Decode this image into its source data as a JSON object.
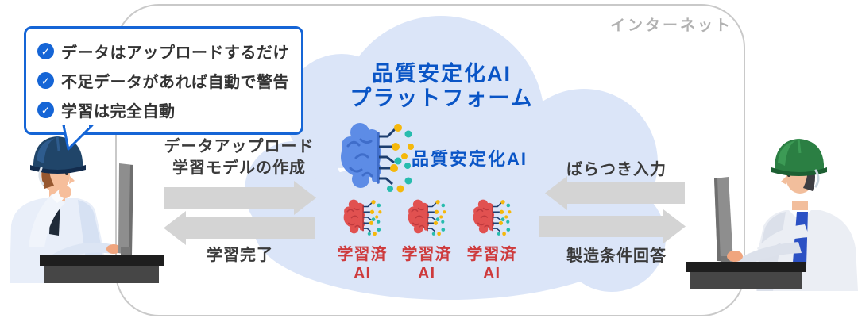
{
  "internet_label": "インターネット",
  "callout": {
    "items": [
      "データはアップロードするだけ",
      "不足データがあれば自動で警告",
      "学習は完全自動"
    ]
  },
  "platform": {
    "title_line1": "品質安定化AI",
    "title_line2": "プラットフォーム",
    "main_ai_label": "品質安定化AI",
    "trained_ai": [
      {
        "line1": "学習済",
        "line2": "AI"
      },
      {
        "line1": "学習済",
        "line2": "AI"
      },
      {
        "line1": "学習済",
        "line2": "AI"
      }
    ]
  },
  "flows": {
    "upload_line1": "データアップロード",
    "upload_line2": "学習モデルの作成",
    "learning_complete": "学習完了",
    "variation_input": "ばらつき入力",
    "condition_answer": "製造条件回答"
  },
  "icons": {
    "check_glyph": "✓",
    "brain_icon_meaning": "ai-brain-network-icon"
  },
  "colors": {
    "accent_blue": "#1565d6",
    "title_blue": "#0a55c6",
    "trained_red": "#ce3a3c",
    "cloud_fill": "#dbe5f8",
    "arrow_gray": "#d4d4d4",
    "frame_gray": "#c9c9c9",
    "text_dark": "#333333",
    "internet_gray": "#b1b1b1"
  }
}
